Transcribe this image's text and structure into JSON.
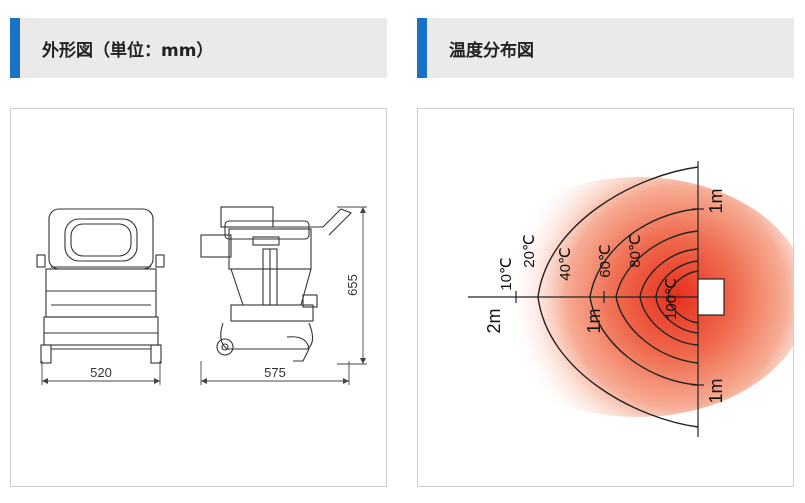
{
  "left_section": {
    "title": "外形図（単位：mm）",
    "dimensions": {
      "width": "520",
      "depth": "575",
      "height": "655"
    }
  },
  "right_section": {
    "title": "温度分布図",
    "labels": {
      "t10": "10℃",
      "t20": "20℃",
      "t40": "40℃",
      "t60": "60℃",
      "t80": "80℃",
      "t100": "100℃",
      "dist_2m": "2m",
      "dist_1m_inner": "1m",
      "dist_1m_top": "1m",
      "dist_1m_bottom": "1m"
    },
    "colors": {
      "hot": "#e8402a",
      "mid": "#f5a98e"
    }
  },
  "colors": {
    "accent": "#1a72c6",
    "header_bg": "#eaeaea"
  }
}
